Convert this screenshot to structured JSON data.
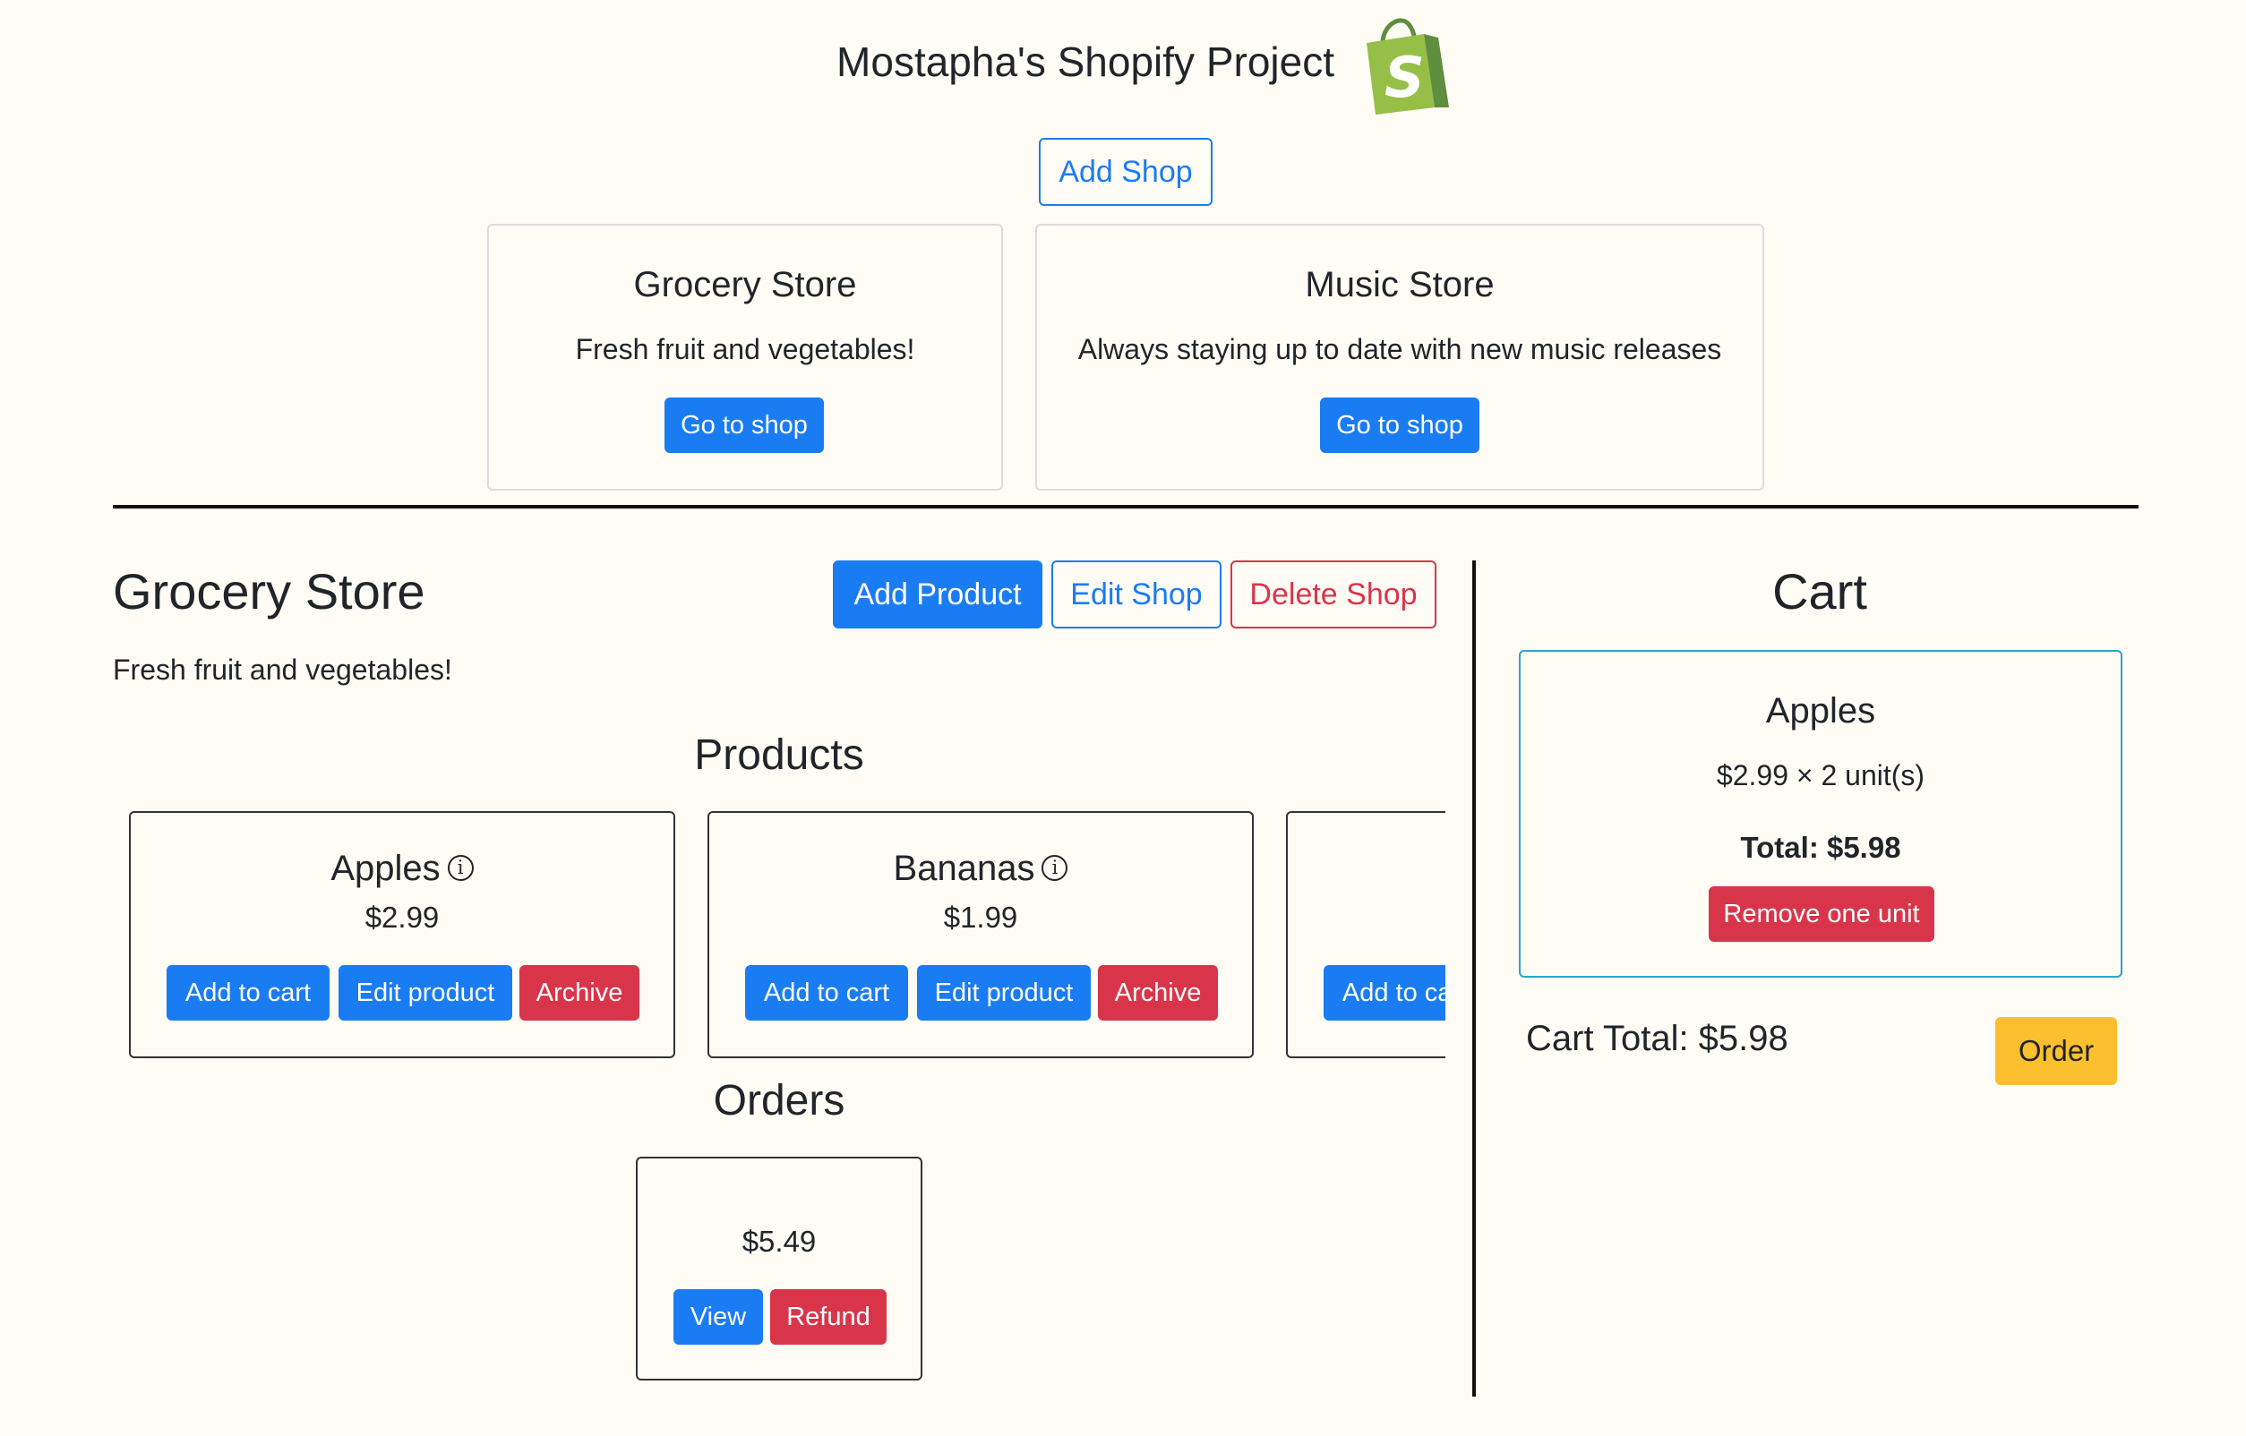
{
  "header": {
    "title": "Mostapha's Shopify Project",
    "logo_letter": "S",
    "add_shop_label": "Add Shop"
  },
  "shops": [
    {
      "name": "Grocery Store",
      "description": "Fresh fruit and vegetables!",
      "button": "Go to shop"
    },
    {
      "name": "Music Store",
      "description": "Always staying up to date with new music releases",
      "button": "Go to shop"
    }
  ],
  "shop_detail": {
    "name": "Grocery Store",
    "description": "Fresh fruit and vegetables!",
    "add_product_label": "Add Product",
    "edit_shop_label": "Edit Shop",
    "delete_shop_label": "Delete Shop"
  },
  "products": {
    "heading": "Products",
    "items": [
      {
        "name": "Apples",
        "price": "$2.99",
        "add_label": "Add to cart",
        "edit_label": "Edit product",
        "archive_label": "Archive"
      },
      {
        "name": "Bananas",
        "price": "$1.99",
        "add_label": "Add to cart",
        "edit_label": "Edit product",
        "archive_label": "Archive"
      },
      {
        "add_label": "Add to cart"
      }
    ],
    "info_icon": "info-icon"
  },
  "orders": {
    "heading": "Orders",
    "items": [
      {
        "total": "$5.49",
        "view_label": "View",
        "refund_label": "Refund"
      }
    ]
  },
  "cart": {
    "heading": "Cart",
    "items": [
      {
        "name": "Apples",
        "price_line": "$2.99 × 2 unit(s)",
        "total_line": "Total: $5.98",
        "remove_label": "Remove one unit"
      }
    ],
    "cart_total": "Cart Total: $5.98",
    "order_label": "Order"
  },
  "colors": {
    "primary": "#1a7cf3",
    "danger": "#d9354a",
    "warning": "#fcc02e",
    "background": "#fffcf6",
    "shopify_green": "#95bf47"
  }
}
